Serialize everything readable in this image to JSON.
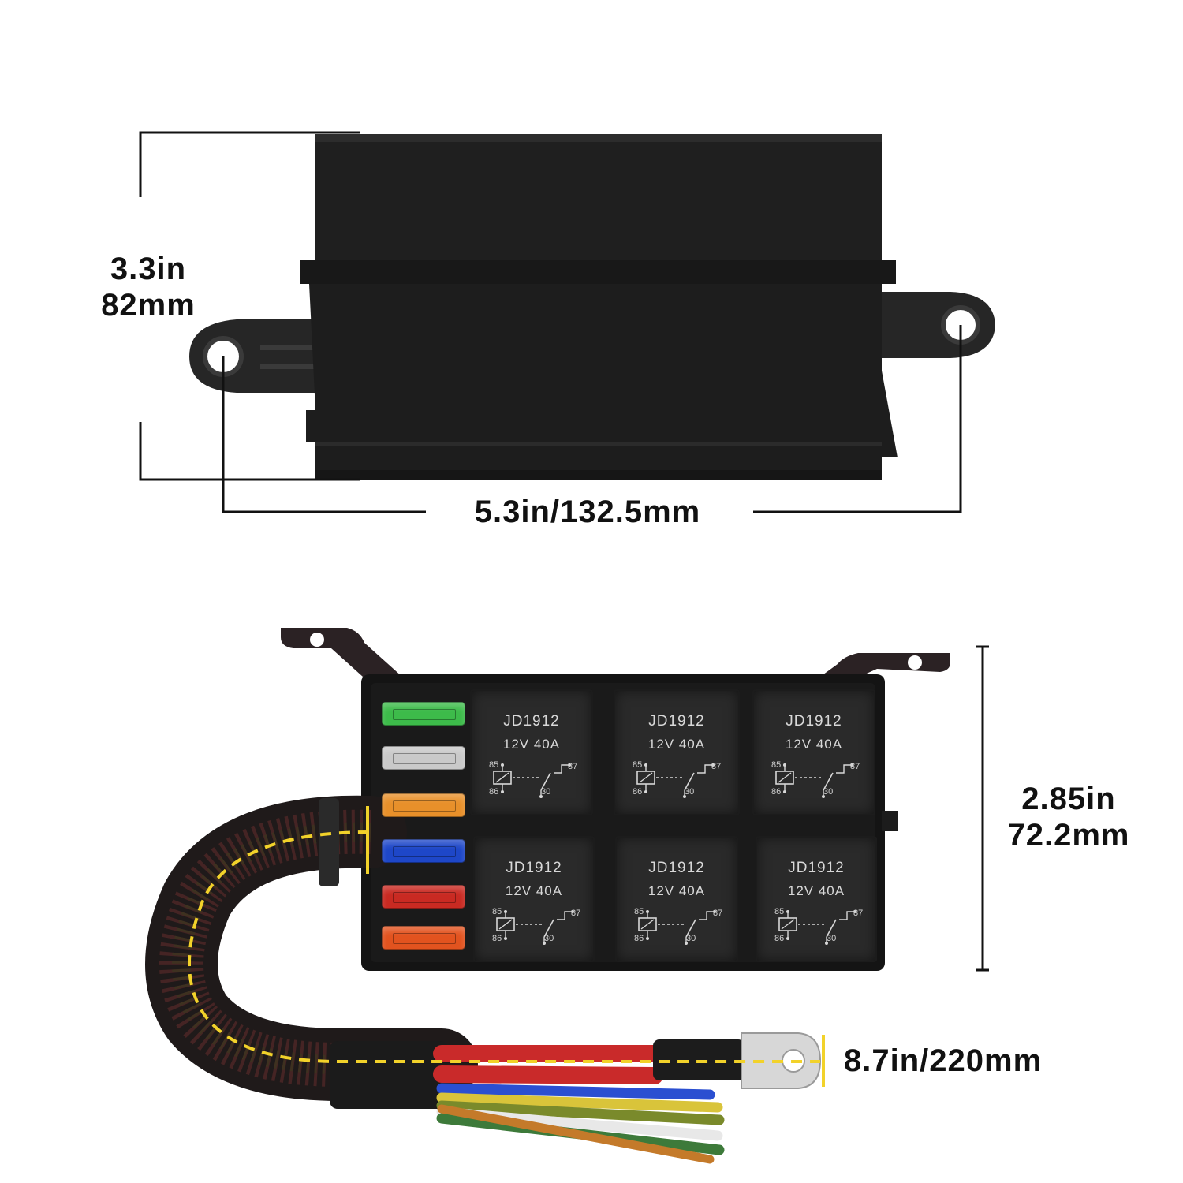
{
  "top_view": {
    "height_label": {
      "inches": "3.3in",
      "mm": "82mm"
    },
    "width_label": "5.3in/132.5mm"
  },
  "bottom_view": {
    "height_label": {
      "inches": "2.85in",
      "mm": "72.2mm"
    },
    "harness_length_label": "8.7in/220mm",
    "relays": [
      {
        "model": "JD1912",
        "rating": "12V  40A",
        "pins": {
          "p85": "85",
          "p86": "86",
          "p87": "87",
          "p30": "30"
        }
      },
      {
        "model": "JD1912",
        "rating": "12V  40A",
        "pins": {
          "p85": "85",
          "p86": "86",
          "p87": "87",
          "p30": "30"
        }
      },
      {
        "model": "JD1912",
        "rating": "12V  40A",
        "pins": {
          "p85": "85",
          "p86": "86",
          "p87": "87",
          "p30": "30"
        }
      },
      {
        "model": "JD1912",
        "rating": "12V  40A",
        "pins": {
          "p85": "85",
          "p86": "86",
          "p87": "87",
          "p30": "30"
        }
      },
      {
        "model": "JD1912",
        "rating": "12V  40A",
        "pins": {
          "p85": "85",
          "p86": "86",
          "p87": "87",
          "p30": "30"
        }
      },
      {
        "model": "JD1912",
        "rating": "12V  40A",
        "pins": {
          "p85": "85",
          "p86": "86",
          "p87": "87",
          "p30": "30"
        }
      }
    ],
    "fuse_colors": [
      "#3dbb4a",
      "#c9c9c9",
      "#e8902a",
      "#1e47c8",
      "#c92a22",
      "#e2531f"
    ],
    "wire_colors": [
      "#c92a2a",
      "#2b4fd1",
      "#d9c43a",
      "#7a8a2b",
      "#e8e8e8",
      "#3d7a3a",
      "#c47a2a"
    ]
  },
  "colors": {
    "box_body": "#1d1d1d",
    "dimension_line": "#111111",
    "harness_trace": "#f2d22a"
  }
}
